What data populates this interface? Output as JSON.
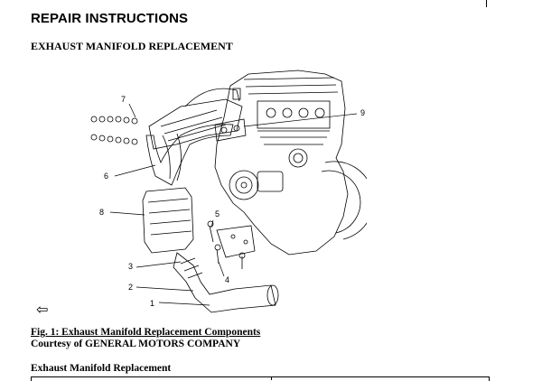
{
  "document": {
    "heading": "REPAIR INSTRUCTIONS",
    "subheading": "EXHAUST MANIFOLD REPLACEMENT",
    "figure_caption": "Fig. 1: Exhaust Manifold Replacement Components",
    "courtesy": "Courtesy of GENERAL MOTORS COMPANY",
    "section_title": "Exhaust Manifold Replacement",
    "nav_back_icon": "left-arrow-icon",
    "back_glyph": "⇦"
  },
  "callouts": [
    "1",
    "2",
    "3",
    "4",
    "5",
    "6",
    "7",
    "8",
    "9"
  ]
}
